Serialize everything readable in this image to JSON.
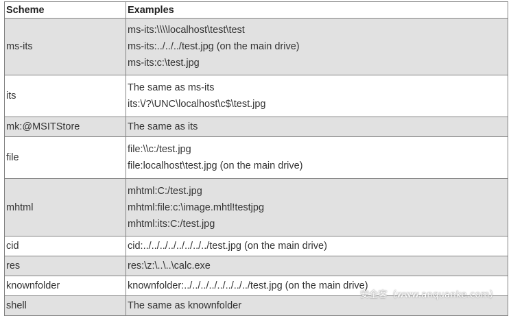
{
  "table": {
    "headers": [
      "Scheme",
      "Examples"
    ],
    "rows": [
      {
        "scheme": "ms-its",
        "examples": [
          "ms-its:\\\\\\\\localhost\\test\\test",
          "ms-its:../../../test.jpg (on the main drive)",
          "ms-its:c:\\test.jpg"
        ]
      },
      {
        "scheme": "its",
        "examples": [
          "The same as ms-its",
          "its:\\/?\\UNC\\localhost\\c$\\test.jpg"
        ]
      },
      {
        "scheme": "mk:@MSITStore",
        "examples": [
          "The same as its"
        ]
      },
      {
        "scheme": "file",
        "examples": [
          "file:\\\\c:/test.jpg",
          "file:localhost\\test.jpg (on the main drive)"
        ]
      },
      {
        "scheme": "mhtml",
        "examples": [
          "mhtml:C:/test.jpg",
          "mhtml:file:c:\\image.mhtl!testjpg",
          "mhtml:its:C:/test.jpg"
        ]
      },
      {
        "scheme": "cid",
        "examples": [
          "cid:../../../../../../../../test.jpg (on the main drive)"
        ]
      },
      {
        "scheme": "res",
        "examples": [
          "res:\\z:\\..\\..\\calc.exe"
        ]
      },
      {
        "scheme": "knownfolder",
        "examples": [
          "knownfolder:../../../../../../../../test.jpg (on the main drive)"
        ]
      },
      {
        "scheme": "shell",
        "examples": [
          "The same as knownfolder"
        ]
      }
    ]
  },
  "watermark": "安全客（www.anquanke.com）"
}
